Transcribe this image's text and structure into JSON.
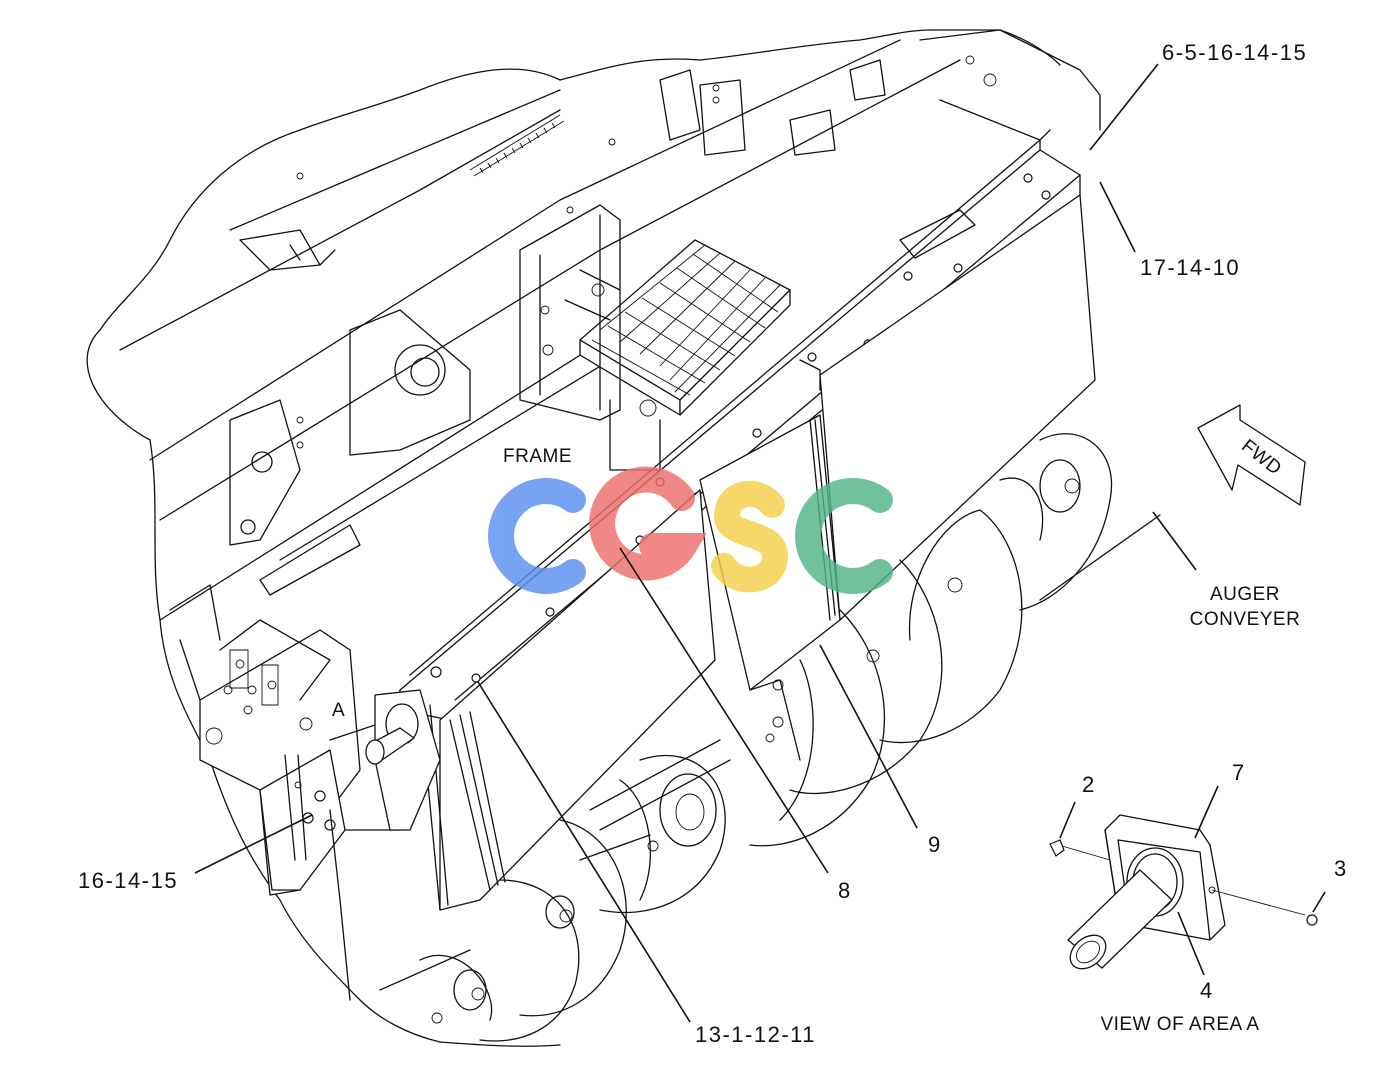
{
  "labels": {
    "frame": "FRAME",
    "auger_line1": "AUGER",
    "auger_line2": "CONVEYER",
    "area_letter": "A",
    "view_of_area": "VIEW OF AREA A",
    "fwd": "FWD"
  },
  "callouts": {
    "c_6_5_16_14_15": "6-5-16-14-15",
    "c_17_14_10": "17-14-10",
    "c_16_14_15": "16-14-15",
    "c_8": "8",
    "c_9": "9",
    "c_13_1_12_11": "13-1-12-11",
    "c_2": "2",
    "c_7": "7",
    "c_3": "3",
    "c_4": "4"
  },
  "watermark": {
    "text": "CGSC",
    "colors": [
      "#5b8ff0",
      "#ee6e6e",
      "#f5cf4a",
      "#52b587"
    ]
  }
}
